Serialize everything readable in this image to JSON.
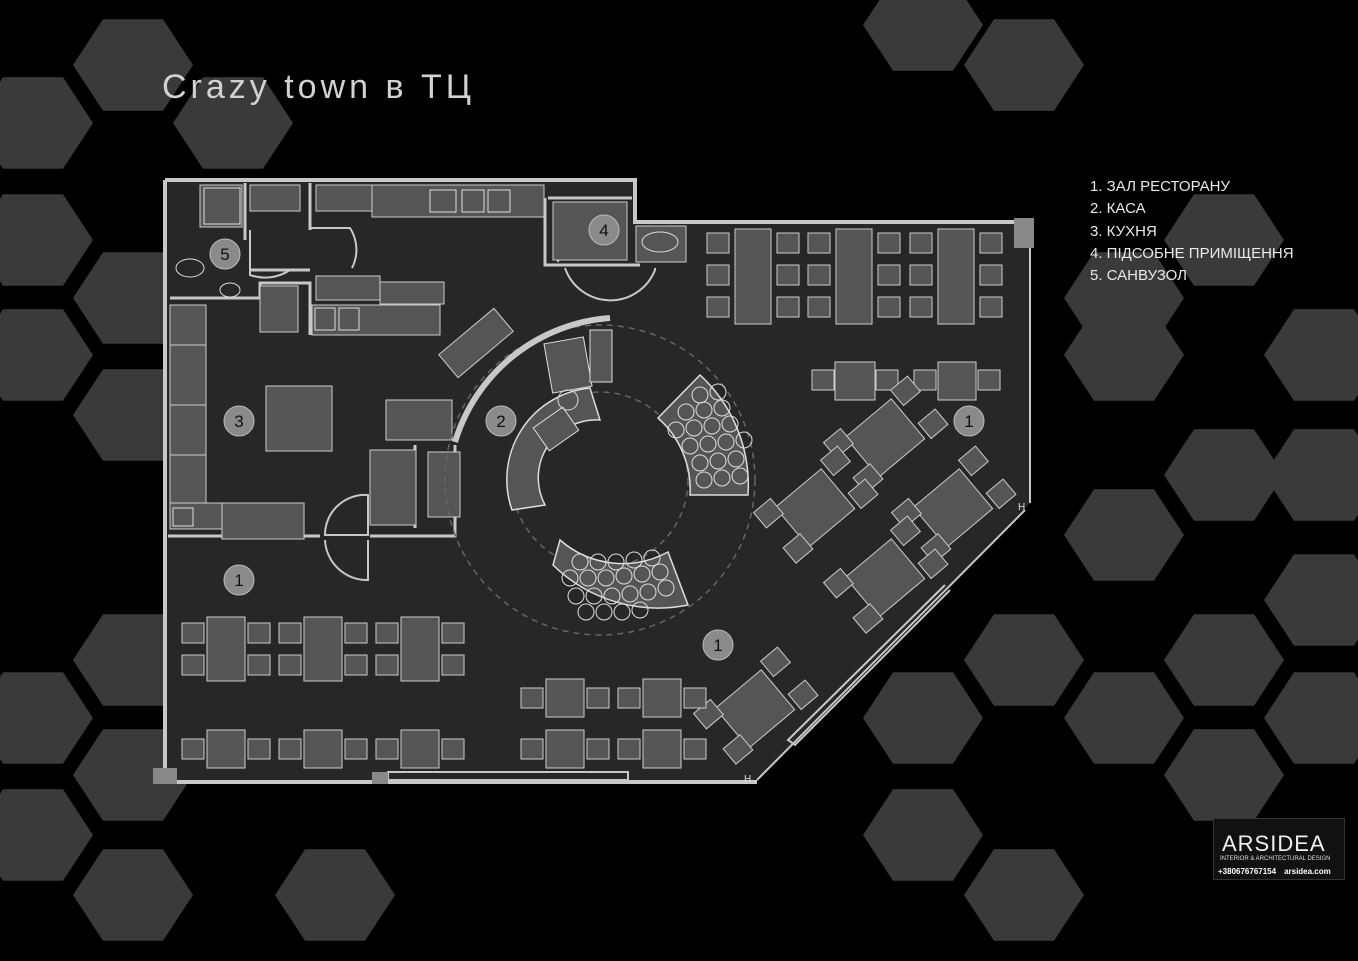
{
  "title": "Crazy town в ТЦ",
  "legend": [
    {
      "number": "1",
      "label": "1. ЗАЛ РЕСТОРАНУ"
    },
    {
      "number": "2",
      "label": "2. КАСА"
    },
    {
      "number": "3",
      "label": "3. КУХНЯ"
    },
    {
      "number": "4",
      "label": "4. ПІДСОБНЕ ПРИМІЩЕННЯ"
    },
    {
      "number": "5",
      "label": "5. САНВУЗОЛ"
    }
  ],
  "zone_markers": [
    "1",
    "1",
    "1",
    "2",
    "3",
    "4",
    "5"
  ],
  "logo": {
    "brand": "ARSIDEA",
    "tagline": "INTERIOR & ARCHITECTURAL DESIGN",
    "phone": "+380676767154",
    "website": "arsidea.com"
  },
  "colors": {
    "background": "#000000",
    "hexagon": "#3a3a3a",
    "floor": "#272727",
    "wall": "#c8c8c8",
    "furniture": "#555555",
    "marker": "#8a8a8a"
  }
}
